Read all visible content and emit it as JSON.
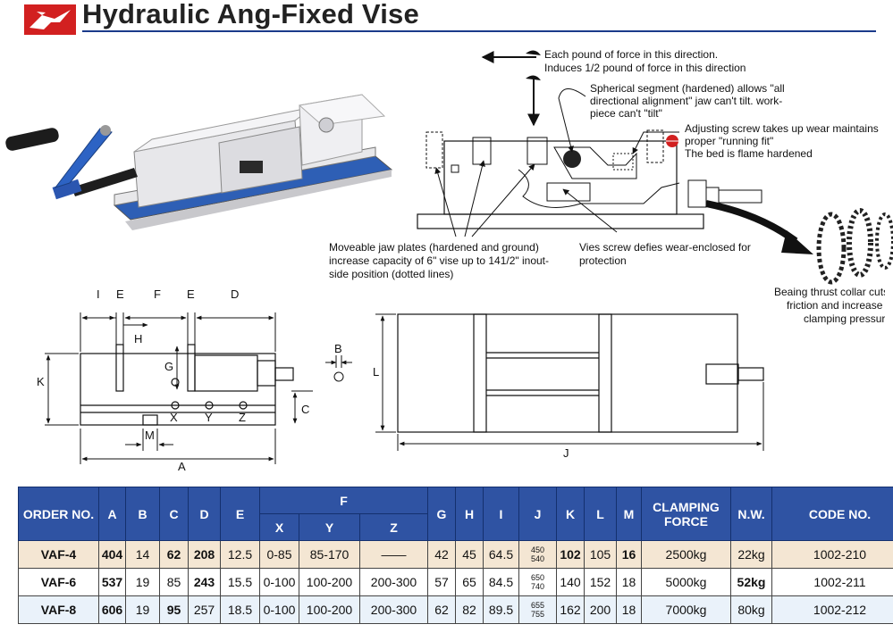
{
  "header": {
    "title": "Hydraulic Ang-Fixed Vise",
    "accent_color": "#1a3a8a",
    "logo_color": "#d22020"
  },
  "annotations": {
    "force_line1": "Each pound of force in this direction.",
    "force_line2": "Induces 1/2 pound of force in this direction",
    "spherical": [
      "Spherical segment (hardened) allows \"all",
      "directional alignment\" jaw can't tilt. work-",
      "piece can't \"tilt\""
    ],
    "adjusting": [
      "Adjusting screw takes up wear maintains",
      "proper \"running fit\"",
      "The bed is flame hardened"
    ],
    "moveable": [
      "Moveable jaw plates (hardened and ground)",
      "increase capacity of 6\" vise up to 141/2\" inout-",
      "side position (dotted lines)"
    ],
    "screw": [
      "Vies screw defies wear-enclosed for",
      "protection"
    ],
    "bearing": [
      "Beaing thrust collar cuts",
      "friction and increase",
      "clamping pressur"
    ]
  },
  "dimension_labels": {
    "I": "I",
    "E1": "E",
    "F": "F",
    "E2": "E",
    "D": "D",
    "H": "H",
    "G": "G",
    "K": "K",
    "X": "X",
    "Y": "Y",
    "Z": "Z",
    "C": "C",
    "M": "M",
    "A": "A",
    "B": "B",
    "L": "L",
    "J": "J"
  },
  "table": {
    "headers": {
      "order": "ORDER NO.",
      "A": "A",
      "B": "B",
      "C": "C",
      "D": "D",
      "E": "E",
      "F": "F",
      "X": "X",
      "Y": "Y",
      "Z": "Z",
      "G": "G",
      "H": "H",
      "I": "I",
      "J": "J",
      "K": "K",
      "L": "L",
      "M": "M",
      "clamping": "CLAMPING FORCE",
      "nw": "N.W.",
      "code": "CODE NO."
    },
    "rows": [
      {
        "order": "VAF-4",
        "A": "404",
        "B": "14",
        "C": "62",
        "D": "208",
        "E": "12.5",
        "X": "0-85",
        "Y": "85-170",
        "Z": "——",
        "G": "42",
        "H": "45",
        "I": "64.5",
        "J1": "450",
        "J2": "540",
        "K": "102",
        "L": "105",
        "M": "16",
        "clamping": "2500kg",
        "nw": "22kg",
        "code": "1002-210"
      },
      {
        "order": "VAF-6",
        "A": "537",
        "B": "19",
        "C": "85",
        "D": "243",
        "E": "15.5",
        "X": "0-100",
        "Y": "100-200",
        "Z": "200-300",
        "G": "57",
        "H": "65",
        "I": "84.5",
        "J1": "650",
        "J2": "740",
        "K": "140",
        "L": "152",
        "M": "18",
        "clamping": "5000kg",
        "nw": "52kg",
        "code": "1002-211"
      },
      {
        "order": "VAF-8",
        "A": "606",
        "B": "19",
        "C": "95",
        "D": "257",
        "E": "18.5",
        "X": "0-100",
        "Y": "100-200",
        "Z": "200-300",
        "G": "62",
        "H": "82",
        "I": "89.5",
        "J1": "655",
        "J2": "755",
        "K": "162",
        "L": "200",
        "M": "18",
        "clamping": "7000kg",
        "nw": "80kg",
        "code": "1002-212"
      }
    ]
  }
}
